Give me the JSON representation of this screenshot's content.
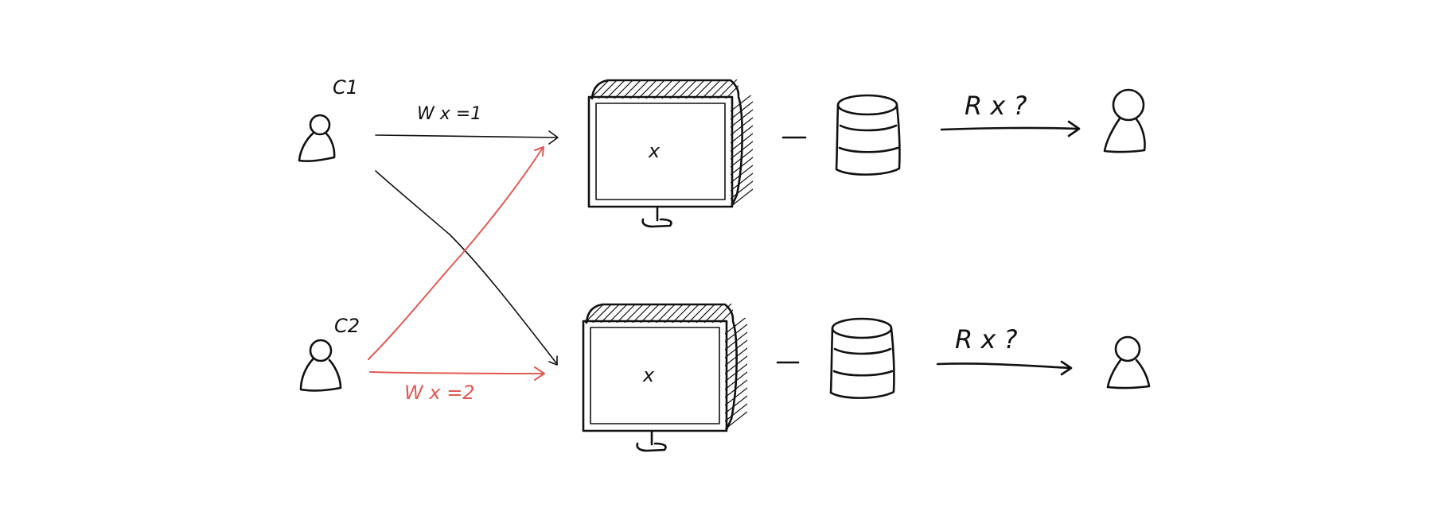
{
  "colors": {
    "ink": "#111111",
    "accent": "#e05a52",
    "background": "#ffffff"
  },
  "clients": [
    {
      "label": "C1",
      "icon": "person-icon"
    },
    {
      "label": "C2",
      "icon": "person-icon"
    }
  ],
  "writes": [
    {
      "label": "W x =1",
      "color": "#111111"
    },
    {
      "label": "W x =2",
      "color": "#e05a52"
    }
  ],
  "servers": [
    {
      "label": "x",
      "icon": "monitor-icon"
    },
    {
      "label": "x",
      "icon": "monitor-icon"
    }
  ],
  "stores": [
    {
      "icon": "database-icon"
    },
    {
      "icon": "database-icon"
    }
  ],
  "reads": [
    {
      "label": "R x ?"
    },
    {
      "label": "R x ?"
    }
  ],
  "readers": [
    {
      "icon": "person-icon"
    },
    {
      "icon": "person-icon"
    }
  ]
}
